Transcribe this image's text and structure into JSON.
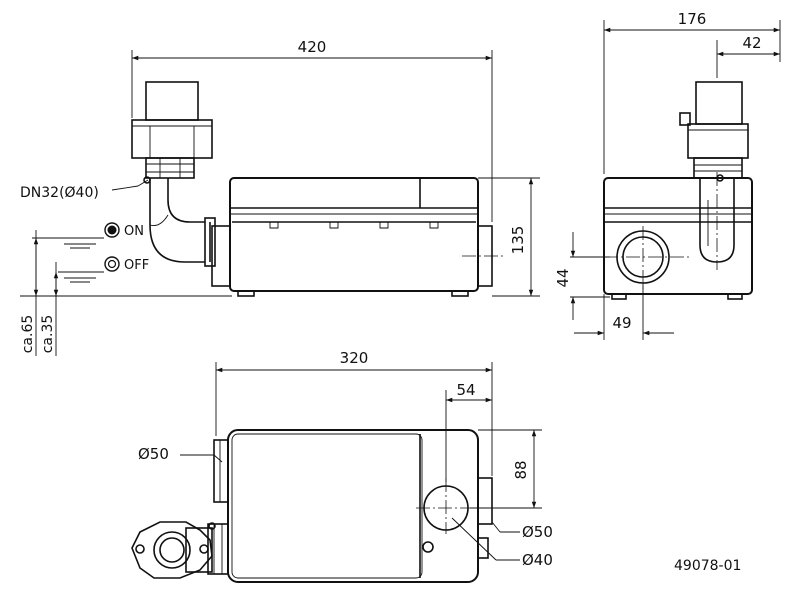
{
  "drawing_number": "49078-01",
  "front_view": {
    "width": "420",
    "height": "135",
    "pipe_label": "DN32(Ø40)",
    "switch_on": "ON",
    "switch_off": "OFF",
    "level_high": "ca.65",
    "level_low": "ca.35"
  },
  "side_view": {
    "width": "176",
    "offset": "42",
    "inlet_height": "44",
    "inlet_offset": "49"
  },
  "top_view": {
    "length": "320",
    "inlet_offset": "54",
    "inlet_depth": "88",
    "inlet_left": "Ø50",
    "inlet_right": "Ø50",
    "inlet_center": "Ø40"
  },
  "colors": {
    "line": "#111111",
    "background": "#ffffff"
  }
}
